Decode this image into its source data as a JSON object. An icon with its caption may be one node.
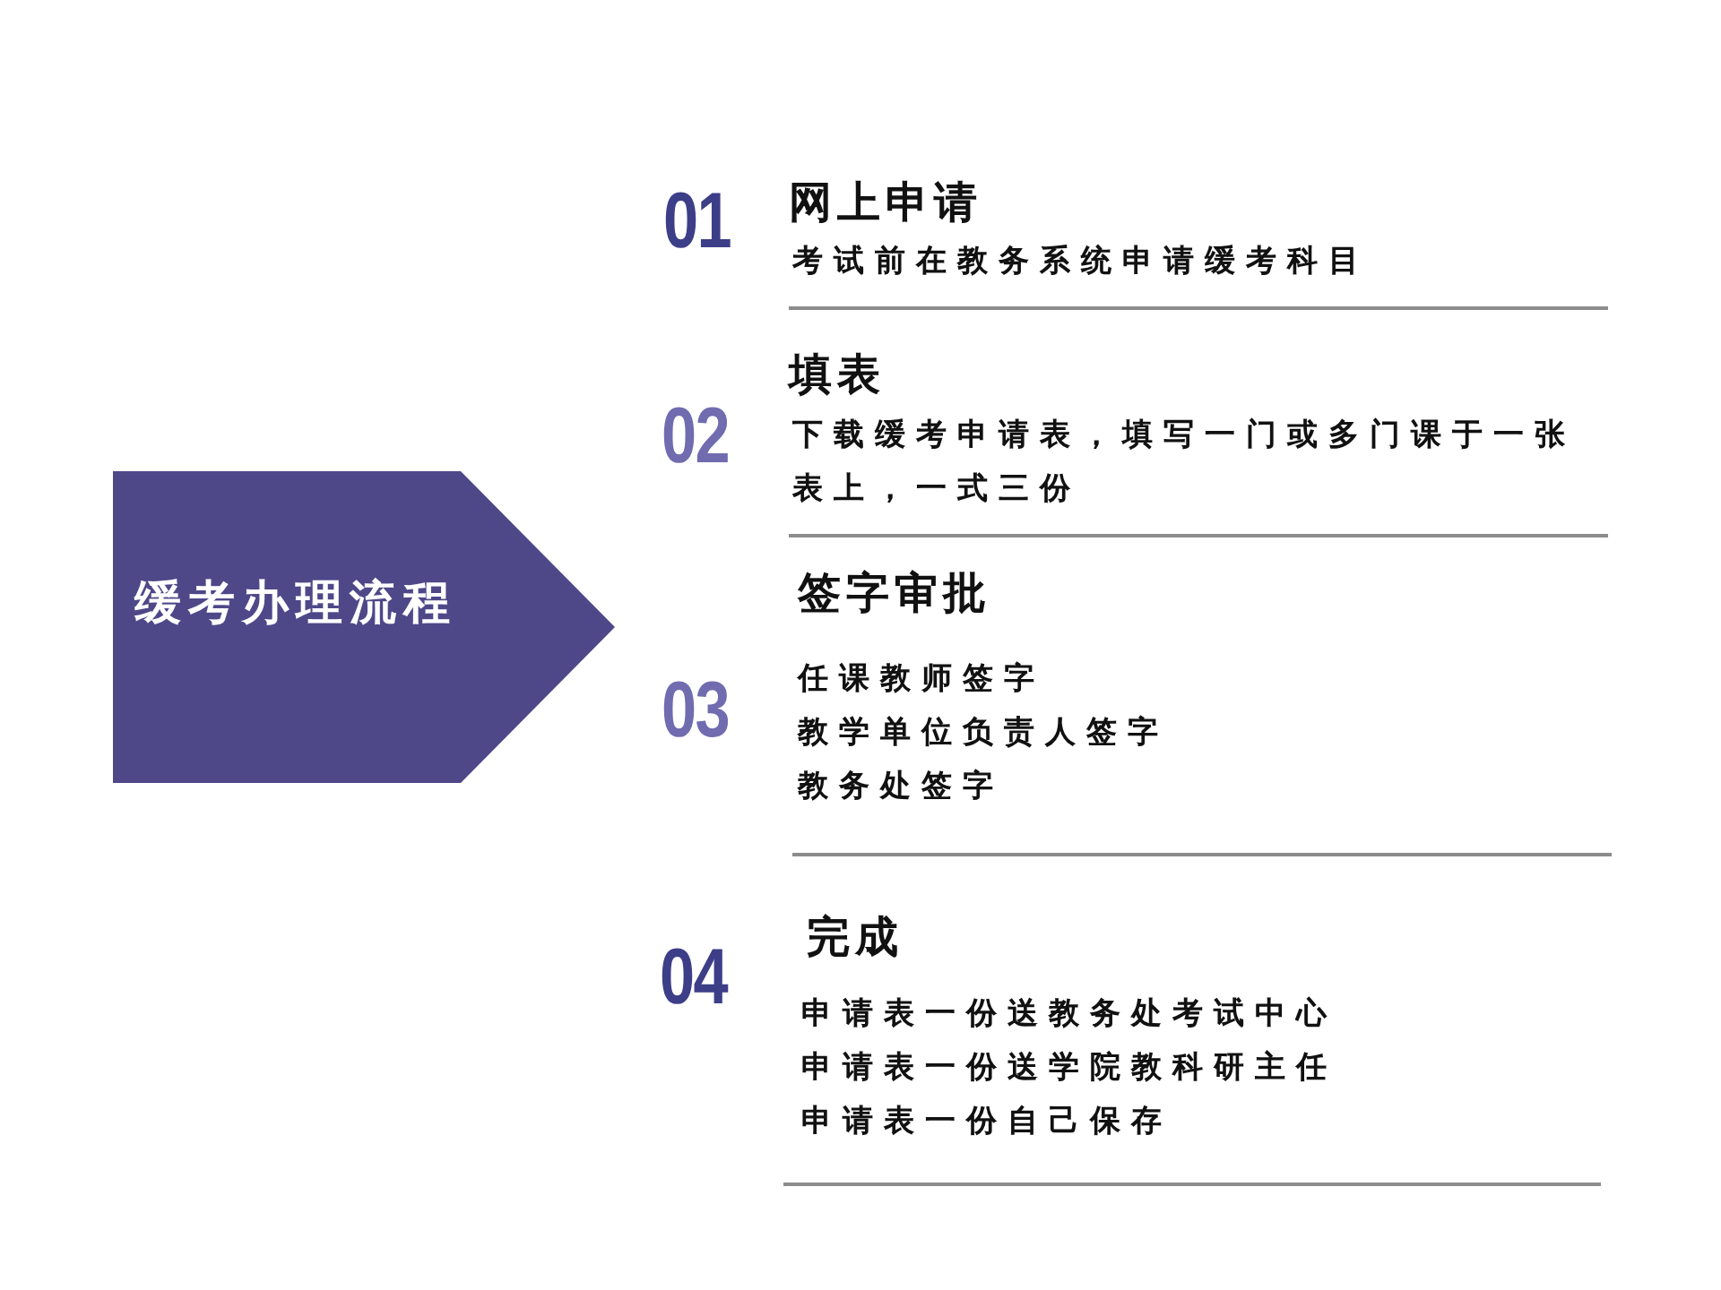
{
  "diagram": {
    "nodes": [
      {
        "text": [
          "缓考办理流程"
        ]
      }
    ],
    "labels": [
      "01",
      "网上申请",
      "考试前在教务系统申请缓考科目",
      "02",
      "填表",
      "下载缓考申请表，填写一门或多门课于一张表上，一式三份",
      "03",
      "签字审批",
      "任课教师签字",
      "教学单位负责人签字",
      "教务处签字",
      "04",
      "完成",
      "申请表一份送教务处考试中心",
      "申请表一份送学院教科研主任",
      "申请表一份自己保存"
    ]
  }
}
